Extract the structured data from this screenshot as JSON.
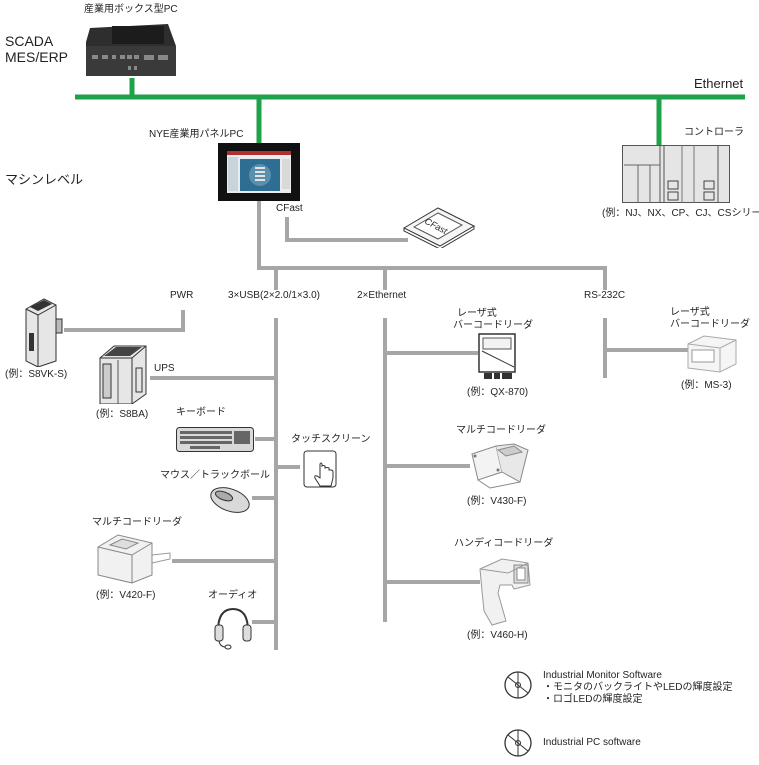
{
  "colors": {
    "ethernet_bus": "#1fa34a",
    "local_bus": "#a6a6a6",
    "text": "#231f20"
  },
  "network": {
    "ethernet_label": "Ethernet",
    "scada_label_line1": "SCADA",
    "scada_label_line2": "MES/ERP",
    "machine_level_label": "マシンレベル"
  },
  "devices": {
    "box_pc": {
      "title": "産業用ボックス型PC",
      "icon": "box-pc-icon"
    },
    "panel_pc": {
      "title": "NYE産業用パネルPC",
      "icon": "panel-pc-icon"
    },
    "controller": {
      "title": "コントローラ",
      "example": "(例：NJ、NX、CP、CJ、CSシリーズ)",
      "icon": "plc-controller-icon"
    },
    "cfast": {
      "port_label": "CFast",
      "card_text": "CFast",
      "icon": "cfast-card-icon"
    },
    "power_supply": {
      "port_label": "PWR",
      "example": "(例：S8VK-S)",
      "icon": "power-supply-icon"
    },
    "ups": {
      "port_label": "UPS",
      "example": "(例：S8BA)",
      "icon": "ups-icon"
    },
    "keyboard": {
      "title": "キーボード",
      "icon": "keyboard-icon"
    },
    "mouse": {
      "title": "マウス／トラックボール",
      "icon": "mouse-icon"
    },
    "touchscreen": {
      "title": "タッチスクリーン",
      "icon": "touch-hand-icon"
    },
    "multi_reader_usb": {
      "title": "マルチコードリーダ",
      "example": "(例：V420-F)",
      "icon": "code-reader-icon"
    },
    "audio": {
      "title": "オーディオ",
      "icon": "headset-icon"
    },
    "laser_reader_eth": {
      "title_line1": "レーザ式",
      "title_line2": "バーコードリーダ",
      "example": "(例：QX-870)",
      "icon": "laser-reader-icon"
    },
    "multi_reader_eth": {
      "title": "マルチコードリーダ",
      "example": "(例：V430-F)",
      "icon": "code-reader-icon"
    },
    "handy_reader": {
      "title": "ハンディコードリーダ",
      "example": "(例：V460-H)",
      "icon": "handheld-scanner-icon"
    },
    "laser_reader_rs232": {
      "title_line1": "レーザ式",
      "title_line2": "バーコードリーダ",
      "example": "(例：MS-3)",
      "icon": "laser-reader-icon"
    }
  },
  "ports": {
    "usb": "3×USB(2×2.0/1×3.0)",
    "ethernet": "2×Ethernet",
    "rs232c": "RS-232C"
  },
  "software": [
    {
      "title": "Industrial Monitor Software",
      "bullets": [
        "・モニタのバックライトやLEDの輝度設定",
        "・ロゴLEDの輝度設定"
      ],
      "icon": "disc-icon"
    },
    {
      "title": "Industrial PC software",
      "bullets": [],
      "icon": "disc-icon"
    }
  ]
}
